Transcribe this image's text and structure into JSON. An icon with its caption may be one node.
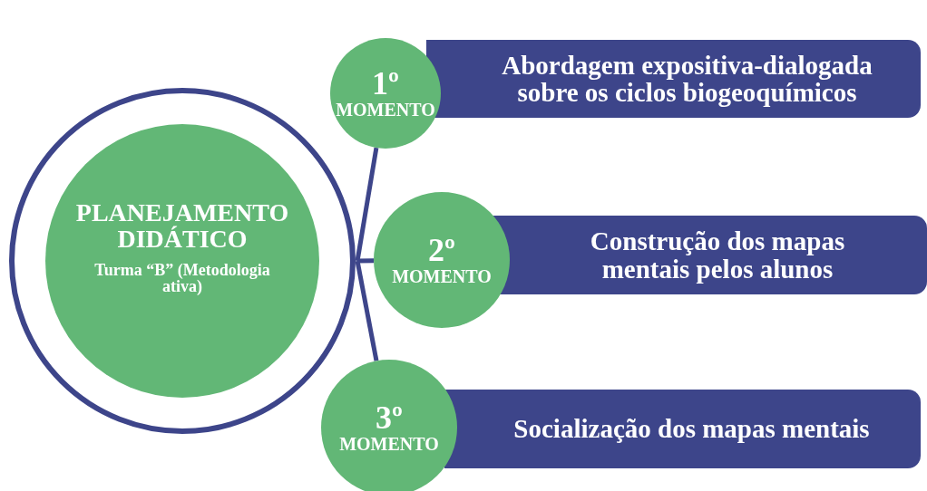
{
  "diagram": {
    "nodes": [
      {
        "text": [],
        "shape": "circle"
      },
      {
        "text": [
          "PLANEJAMENTO DIDÁTICO",
          "Turma “B” (Metodologia ativa)"
        ],
        "in": 0
      },
      {
        "text": [
          "1º",
          "MOMENTO"
        ]
      },
      {
        "text": [
          "Abordagem expositiva-dialogada sobre os ciclos biogeoquímicos"
        ]
      },
      {
        "text": [
          "2º",
          "MOMENTO"
        ]
      },
      {
        "text": [
          "Construção dos mapas mentais pelos alunos"
        ]
      },
      {
        "text": [
          "3º",
          "MOMENTO"
        ]
      },
      {
        "text": [
          "Socialização dos mapas mentais"
        ]
      }
    ],
    "edges": [
      {
        "from": 0,
        "to": 2,
        "arrow": "none"
      },
      {
        "from": 0,
        "to": 4,
        "arrow": "none"
      },
      {
        "from": 0,
        "to": 6,
        "arrow": "none"
      }
    ]
  }
}
